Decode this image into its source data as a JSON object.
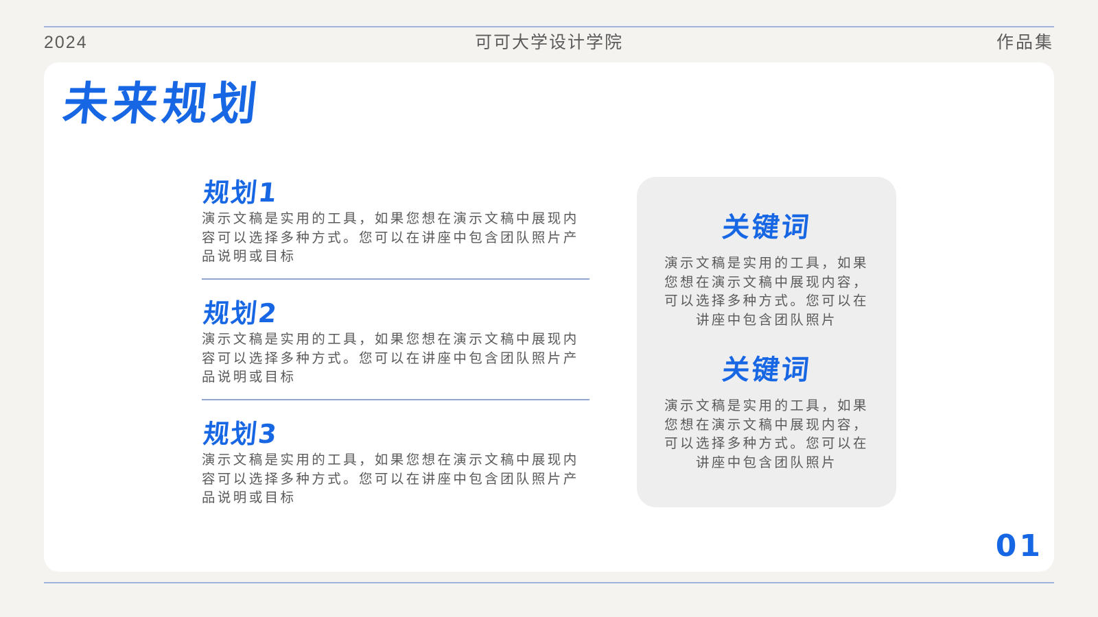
{
  "header": {
    "year": "2024",
    "school": "可可大学设计学院",
    "collection": "作品集"
  },
  "page_title": "未来规划",
  "plans": [
    {
      "title": "规划1",
      "body": "演示文稿是实用的工具，如果您想在演示文稿中展现内容可以选择多种方式。您可以在讲座中包含团队照片产品说明或目标"
    },
    {
      "title": "规划2",
      "body": "演示文稿是实用的工具，如果您想在演示文稿中展现内容可以选择多种方式。您可以在讲座中包含团队照片产品说明或目标"
    },
    {
      "title": "规划3",
      "body": "演示文稿是实用的工具，如果您想在演示文稿中展现内容可以选择多种方式。您可以在讲座中包含团队照片产品说明或目标"
    }
  ],
  "keywords": [
    {
      "title": "关键词",
      "body": "演示文稿是实用的工具，如果您想在演示文稿中展现内容，可以选择多种方式。您可以在讲座中包含团队照片"
    },
    {
      "title": "关键词",
      "body": "演示文稿是实用的工具，如果您想在演示文稿中展现内容，可以选择多种方式。您可以在讲座中包含团队照片"
    }
  ],
  "page_number": "01",
  "colors": {
    "accent": "#1766e3",
    "background": "#f4f3ef",
    "card": "#ffffff",
    "panel": "#eeeeef",
    "rule": "#9fb2db"
  }
}
